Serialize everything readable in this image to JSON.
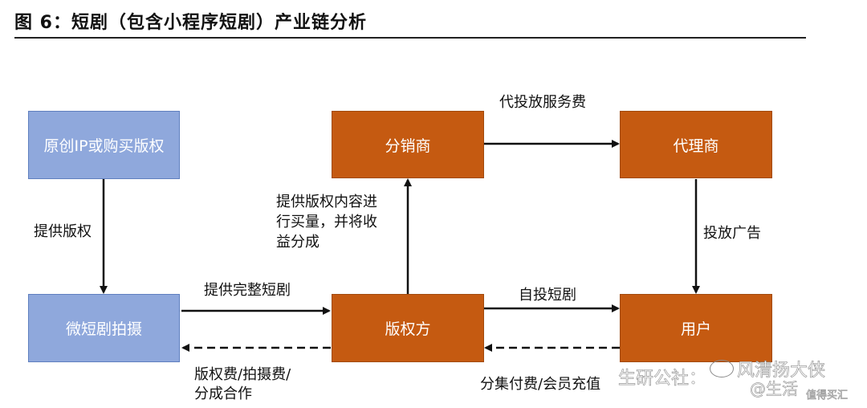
{
  "figure": {
    "title": "图 6：短剧（包含小程序短剧）产业链分析"
  },
  "nodes": {
    "original_ip": "原创IP或购买版权",
    "filming": "微短剧拍摄",
    "distributor": "分销商",
    "rights_holder": "版权方",
    "agency": "代理商",
    "user": "用户"
  },
  "edges": {
    "provide_rights": "提供版权",
    "provide_full_drama": "提供完整短剧",
    "fees_line1": "版权费/拍摄费/",
    "fees_line2": "分成合作",
    "content_line1": "提供版权内容进",
    "content_line2": "行买量，并将收",
    "content_line3": "益分成",
    "ad_service_fee": "代投放服务费",
    "place_ads": "投放广告",
    "self_place": "自投短剧",
    "payment": "分集付费/会员充值"
  },
  "watermarks": {
    "left": "生研公社：",
    "right_top": "风清扬大侠",
    "right_mid": "@生活",
    "right_small": "值得买汇"
  }
}
